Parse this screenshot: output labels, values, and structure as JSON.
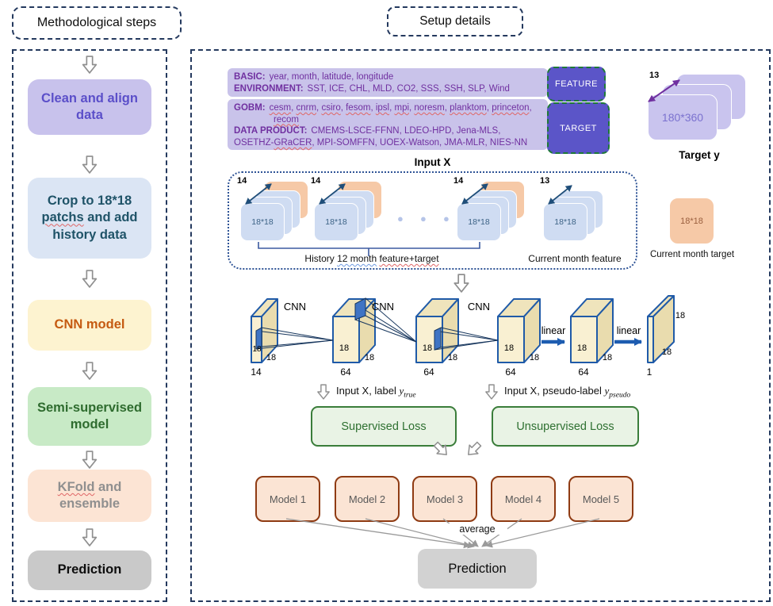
{
  "header": {
    "left_title": "Methodological steps",
    "right_title": "Setup details"
  },
  "steps": {
    "s1": {
      "label": "Clean and align data"
    },
    "s2": {
      "pre": "Crop to 18*18 ",
      "misspelled": "patchs",
      "post": " and add history data"
    },
    "s3": {
      "label": "CNN model"
    },
    "s4": {
      "label": "Semi-supervised model"
    },
    "s5": {
      "misspelled": "KFold",
      "post": " and ensemble"
    },
    "s6": {
      "label": "Prediction"
    }
  },
  "setup": {
    "feature_box": {
      "basic_label": "BASIC:",
      "basic_items": "year, month, latitude, longitude",
      "env_label": "ENVIRONMENT:",
      "env_items": "SST, ICE, CHL, MLD, CO2, SSS, SSH, SLP, Wind"
    },
    "feature_badge": "FEATURE",
    "target_badge": "TARGET",
    "gobm_box": {
      "gobm_label": "GOBM:",
      "gobm_models": [
        "cesm",
        "cnrm",
        "csiro",
        "fesom",
        "ipsl",
        "mpi",
        "noresm",
        "planktom",
        "princeton",
        "recom"
      ],
      "dp_label": "DATA PRODUCT:",
      "dp_pre": "CMEMS-LSCE-FFNN, LDEO-HPD, Jena-MLS, OSETHZ-",
      "dp_wavy": "GRaCER",
      "dp_post": ", MPI-SOMFFN, UOEX-Watson, JMA-MLR, NIES-NN"
    },
    "input_x_label": "Input X",
    "target_y": {
      "count": "13",
      "size": "180*360",
      "label": "Target y"
    },
    "patch_size": "18*18",
    "patch_stacks": [
      {
        "count": "14"
      },
      {
        "count": "14"
      },
      {
        "count": "14"
      },
      {
        "count": "13"
      }
    ],
    "history_label": {
      "pre": "History",
      "grammar": "12 month",
      "spell": "feature+target"
    },
    "current_feature_label": "Current month feature",
    "current_target": {
      "size": "18*18",
      "label": "Current month target"
    }
  },
  "cnn": {
    "op1": "CNN",
    "op2": "CNN",
    "op3": "CNN",
    "op4": "linear",
    "op5": "linear",
    "b1": {
      "h": "18",
      "d": "18",
      "c": "14"
    },
    "b2": {
      "h": "18",
      "d": "18",
      "c": "64"
    },
    "b3": {
      "h": "18",
      "d": "18",
      "c": "64"
    },
    "b4": {
      "h": "18",
      "d": "18",
      "c": "64"
    },
    "b5": {
      "h": "18",
      "d": "18",
      "c": "64"
    },
    "b6": {
      "h": "18",
      "d": "18",
      "c": "1"
    }
  },
  "losses": {
    "supervised_input": {
      "pre": "Input X, label",
      "var": "y",
      "sub": "true"
    },
    "unsupervised_input": {
      "pre": "Input X, pseudo-label",
      "var": "y",
      "sub": "pseudo"
    },
    "supervised": "Supervised Loss",
    "unsupervised": "Unsupervised Loss"
  },
  "ensemble": {
    "models": [
      "Model 1",
      "Model 2",
      "Model 3",
      "Model 4",
      "Model 5"
    ],
    "average": "average",
    "prediction": "Prediction"
  },
  "palette": {
    "panel_border": "#24395e",
    "step_clean_bg": "#c8c2ec",
    "step_clean_text": "#5b4fc9",
    "step_crop_bg": "#dbe5f4",
    "step_crop_text": "#1f5368",
    "step_cnn_bg": "#fdf3d0",
    "step_cnn_text": "#c55a11",
    "step_semi_bg": "#c8eac6",
    "step_semi_text": "#2f6c2f",
    "step_kfold_bg": "#fce4d4",
    "step_kfold_text": "#8f8f8f",
    "step_pred_bg": "#c9c9c9",
    "purple_box_bg": "#c9c3ea",
    "purple_text": "#7030a0",
    "badge_bg": "#5b55c8",
    "badge_border": "#1e7a36",
    "feature_card": "#cfdcf2",
    "target_card": "#f6c9a7",
    "lavender_card": "#c9c4ee",
    "cnn_face": "#f9f0d2",
    "cnn_edge": "#1f5aa8",
    "loss_border": "#3a7d3a",
    "loss_text": "#2e7031",
    "model_bg": "#fbe4d4",
    "model_border": "#8f3b13"
  }
}
